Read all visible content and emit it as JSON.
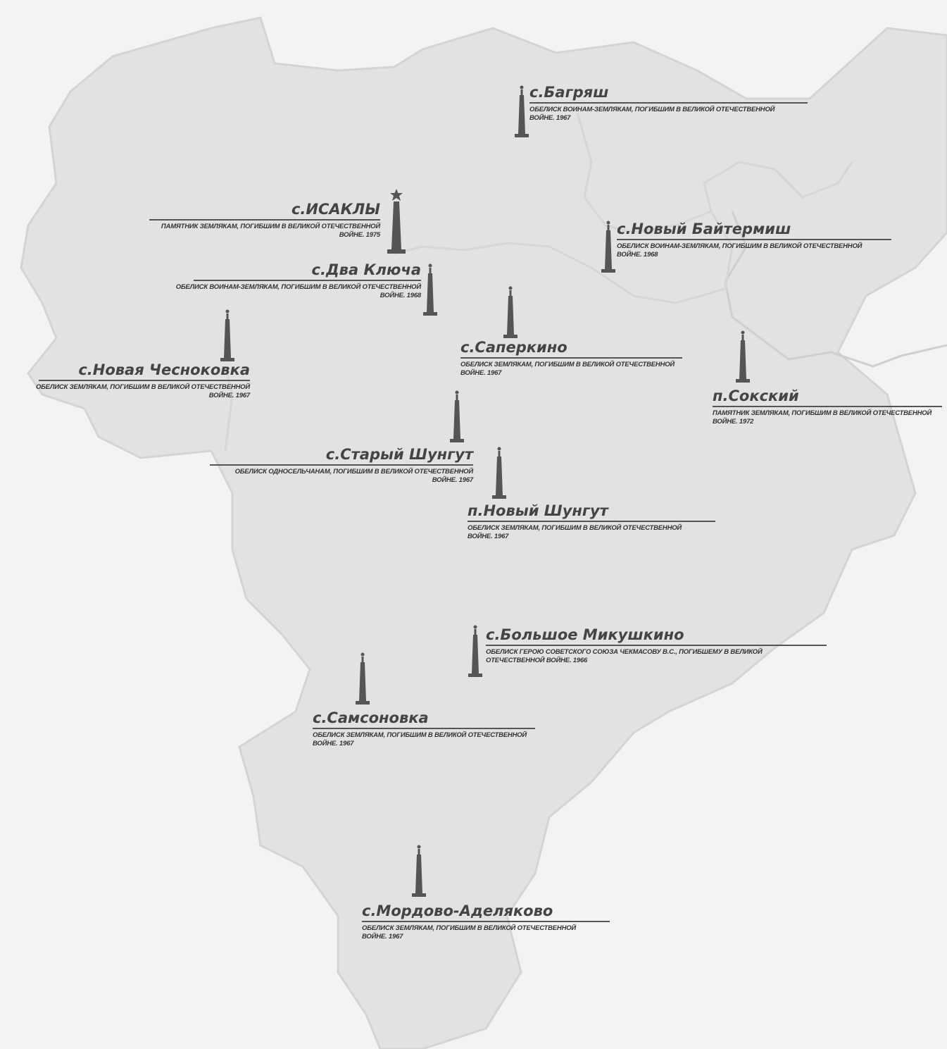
{
  "map": {
    "colors": {
      "background": "#f3f3f3",
      "region": "#e2e2e2",
      "border": "#d2d2d2",
      "monument": "#555555",
      "text": "#444444"
    },
    "locations": [
      {
        "id": "bagryash",
        "name": "с.Багряш",
        "desc": "ОБЕЛИСК ВОИНАМ-ЗЕМЛЯКАМ, ПОГИБШИМ В ВЕЛИКОЙ ОТЕЧЕСТВЕННОЙ ВОЙНЕ. 1967",
        "monument": "obelisk-icon"
      },
      {
        "id": "isakly",
        "name": "с.ИСАКЛЫ",
        "desc": "ПАМЯТНИК ЗЕМЛЯКАМ, ПОГИБШИМ В ВЕЛИКОЙ ОТЕЧЕСТВЕННОЙ ВОЙНЕ. 1975",
        "monument": "star-monument-icon"
      },
      {
        "id": "noviy-baytermish",
        "name": "с.Новый Байтермиш",
        "desc": "ОБЕЛИСК ВОИНАМ-ЗЕМЛЯКАМ, ПОГИБШИМ В ВЕЛИКОЙ ОТЕЧЕСТВЕННОЙ ВОЙНЕ. 1968",
        "monument": "obelisk-icon"
      },
      {
        "id": "dva-klyucha",
        "name": "с.Два Ключа",
        "desc": "ОБЕЛИСК ВОИНАМ-ЗЕМЛЯКАМ, ПОГИБШИМ В ВЕЛИКОЙ ОТЕЧЕСТВЕННОЙ ВОЙНЕ. 1968",
        "monument": "obelisk-icon"
      },
      {
        "id": "saperkino",
        "name": "с.Саперкино",
        "desc": "ОБЕЛИСК ЗЕМЛЯКАМ, ПОГИБШИМ В ВЕЛИКОЙ ОТЕЧЕСТВЕННОЙ ВОЙНЕ. 1967",
        "monument": "obelisk-icon"
      },
      {
        "id": "novaya-chesnokovka",
        "name": "с.Новая Чесноковка",
        "desc": "ОБЕЛИСК ЗЕМЛЯКАМ, ПОГИБШИМ В ВЕЛИКОЙ ОТЕЧЕСТВЕННОЙ ВОЙНЕ. 1967",
        "monument": "obelisk-icon"
      },
      {
        "id": "sokskiy",
        "name": "п.Сокский",
        "desc": "ПАМЯТНИК ЗЕМЛЯКАМ, ПОГИБШИМ В ВЕЛИКОЙ ОТЕЧЕСТВЕННОЙ ВОЙНЕ. 1972",
        "monument": "obelisk-icon"
      },
      {
        "id": "stariy-shungut",
        "name": "с.Старый Шунгут",
        "desc": "ОБЕЛИСК ОДНОСЕЛЬЧАНАМ, ПОГИБШИМ В ВЕЛИКОЙ ОТЕЧЕСТВЕННОЙ ВОЙНЕ. 1967",
        "monument": "obelisk-icon"
      },
      {
        "id": "noviy-shungut",
        "name": "п.Новый Шунгут",
        "desc": "ОБЕЛИСК ЗЕМЛЯКАМ, ПОГИБШИМ В ВЕЛИКОЙ ОТЕЧЕСТВЕННОЙ ВОЙНЕ. 1967",
        "monument": "obelisk-icon"
      },
      {
        "id": "bolshoe-mikushkino",
        "name": "с.Большое Микушкино",
        "desc": "ОБЕЛИСК ГЕРОЮ СОВЕТСКОГО СОЮЗА ЧЕКМАСОВУ В.С., ПОГИБШЕМУ В ВЕЛИКОЙ ОТЕЧЕСТВЕННОЙ ВОЙНЕ. 1966",
        "monument": "obelisk-icon"
      },
      {
        "id": "samsonovka",
        "name": "с.Самсоновка",
        "desc": "ОБЕЛИСК ЗЕМЛЯКАМ, ПОГИБШИМ В ВЕЛИКОЙ ОТЕЧЕСТВЕННОЙ ВОЙНЕ. 1967",
        "monument": "obelisk-icon"
      },
      {
        "id": "mordovo-adelyakovo",
        "name": "с.Мордово-Аделяково",
        "desc": "ОБЕЛИСК ЗЕМЛЯКАМ, ПОГИБШИМ В ВЕЛИКОЙ ОТЕЧЕСТВЕННОЙ ВОЙНЕ. 1967",
        "monument": "obelisk-icon"
      }
    ]
  }
}
